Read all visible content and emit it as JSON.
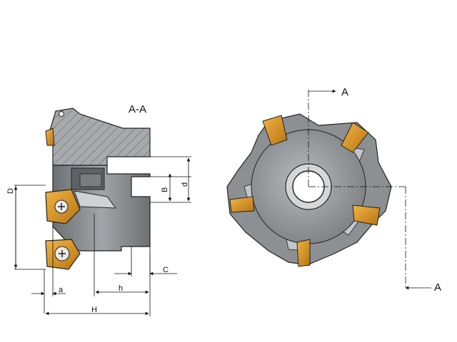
{
  "section_label": "A-A",
  "section_markers": [
    "A",
    "A"
  ],
  "dimensions": {
    "D": "D",
    "d": "d",
    "B": "B",
    "C": "C",
    "a": "a",
    "h": "h",
    "H": "H"
  },
  "colors": {
    "body": "#8a8d90",
    "body_dark": "#5e6164",
    "body_light": "#b5b8ba",
    "hatch": "#9ea1a4",
    "insert": "#d99a2b",
    "insert_dark": "#a86a10",
    "line": "#222222"
  }
}
